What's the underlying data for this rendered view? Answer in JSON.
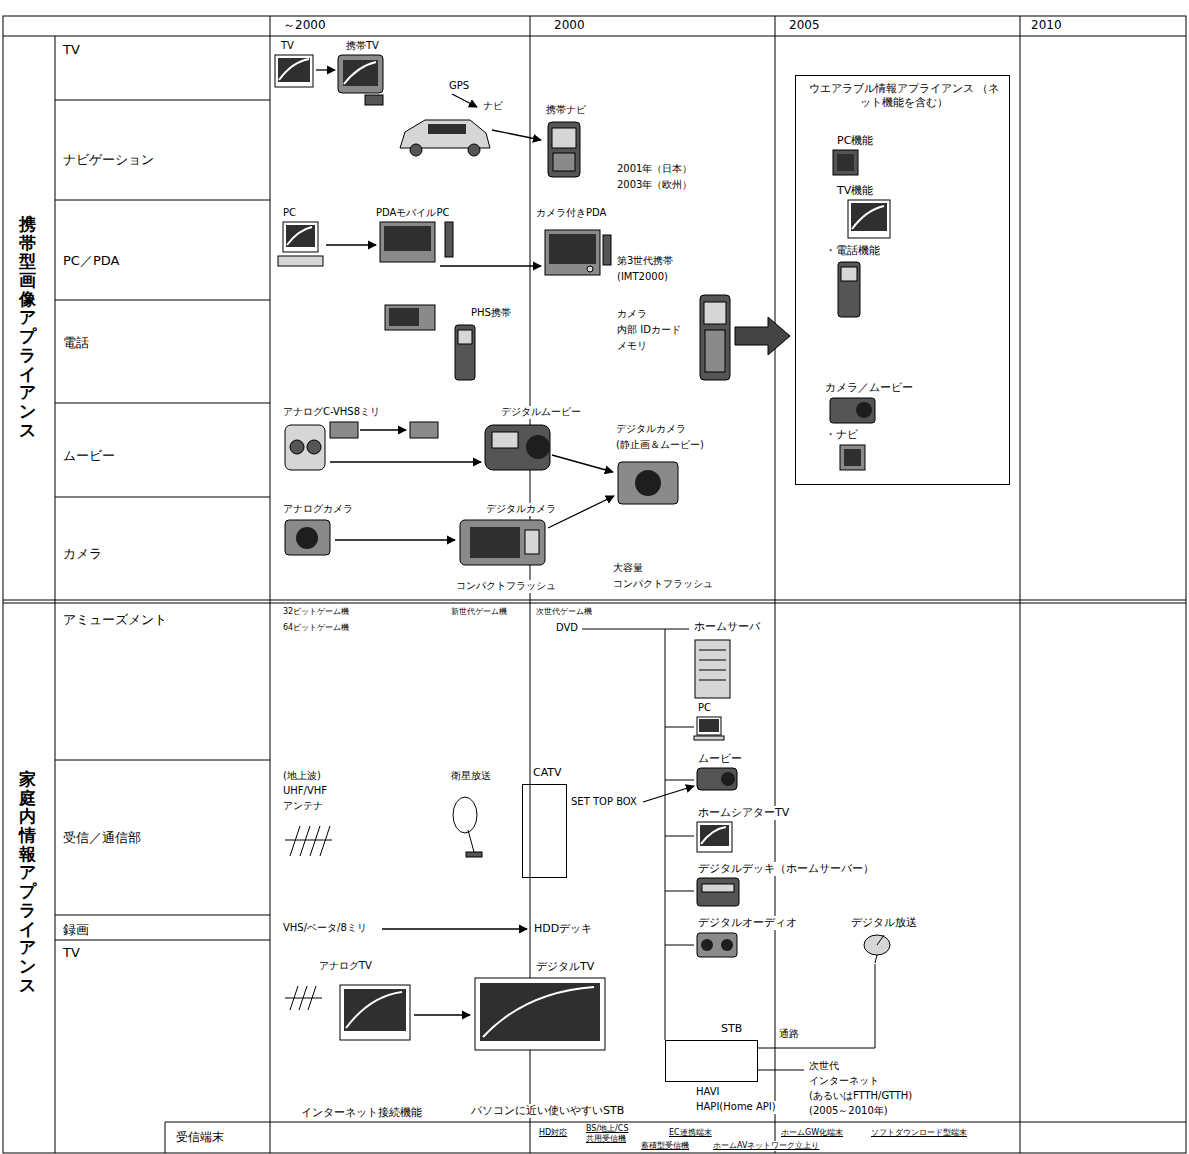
{
  "diagram": {
    "nodes": [
      {
        "text": [
          "ウエアラブル情報アプライアンス （ネット機能を含む）",
          "PC機能",
          "TV機能",
          "・電話機能",
          "カメラ／ムービー",
          "・ナビ"
        ]
      },
      {
        "text": [
          "CATV"
        ]
      },
      {
        "text": [
          "STB"
        ]
      }
    ],
    "labels": [
      "～2000",
      "2000",
      "2005",
      "2010",
      "携帯型画像アプライアンス",
      "TV",
      "ナビゲーション",
      "PC／PDA",
      "電話",
      "ムービー",
      "カメラ",
      "TV",
      "携帯TV",
      "GPS",
      "ナビ",
      "携帯ナビ",
      "2001年（日本）",
      "2003年（欧州）",
      "PC",
      "PDAモバイルPC",
      "カメラ付きPDA",
      "第3世代携帯",
      "(IMT2000)",
      "PHS携帯",
      "カメラ",
      "内部 IDカード",
      "メモリ",
      "アナログC-VHS8ミリ",
      "デジタルムービー",
      "デジタルカメラ",
      "(静止画＆ムービー)",
      "アナログカメラ",
      "デジタルカメラ",
      "大容量",
      "コンパクトフラッシュ",
      "コンパクトフラッシュ",
      "家庭内情報アプライアンス",
      "アミューズメント",
      "受信／通信部",
      "録画",
      "TV",
      "受信端末",
      "32ビットゲーム機",
      "64ビットゲーム機",
      "新世代ゲーム機",
      "次世代ゲーム機",
      "DVD",
      "ホームサーバ",
      "PC",
      "ムービー",
      "(地上波)",
      "UHF/VHF",
      "アンテナ",
      "衛星放送",
      "SET TOP BOX",
      "ホームシアターTV",
      "デジタルデッキ（ホームサーバー）",
      "デジタルオーディオ",
      "デジタル放送",
      "VHS/ベータ/8ミリ",
      "HDDデッキ",
      "アナログTV",
      "デジタルTV",
      "通路",
      "次世代",
      "インターネット",
      "(あるいはFTTH/GTTH)",
      "(2005～2010年)",
      "HAVI",
      "HAPI(Home API)",
      "パソコンに近い使いやすいSTB",
      "インターネット接続機能",
      "HD対応",
      "BS/地上/CS 共用受信機",
      "蓄積型受信機",
      "EC連携端末",
      "ホームGW化端末",
      "ホームAVネットワーク立上り",
      "ソフトダウンロード型端末"
    ]
  }
}
